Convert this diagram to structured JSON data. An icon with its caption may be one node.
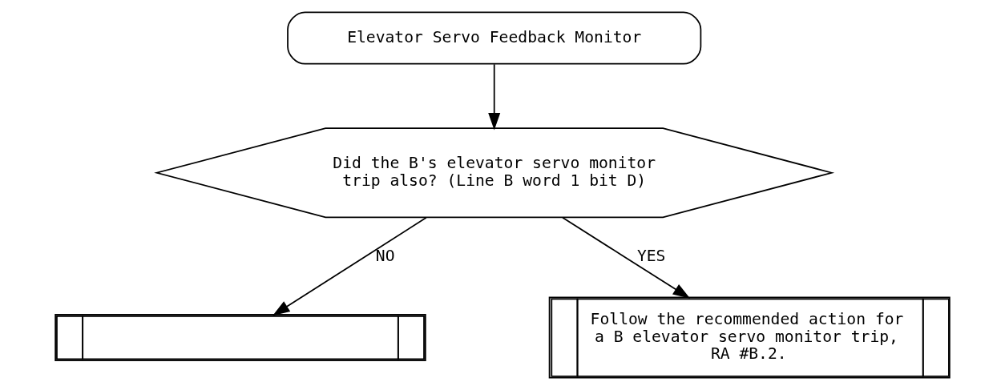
{
  "diagram": {
    "nodes": [
      {
        "text": [
          "Elevator Servo Feedback Monitor"
        ]
      },
      {
        "text": [
          "Did the B's elevator servo monitor trip also? (Line B word 1 bit D)"
        ]
      },
      {
        "text": [],
        "shape": "box"
      },
      {
        "text": [
          "Follow the recommended action for a B elevator servo monitor trip, RA #B.2."
        ]
      }
    ],
    "edges": [
      {
        "from": 0,
        "to": 1,
        "arrow": "to"
      },
      {
        "from": 1,
        "to": 2,
        "arrow": "to",
        "label": "NO"
      },
      {
        "from": 1,
        "to": 3,
        "arrow": "to",
        "label": "YES"
      }
    ]
  }
}
